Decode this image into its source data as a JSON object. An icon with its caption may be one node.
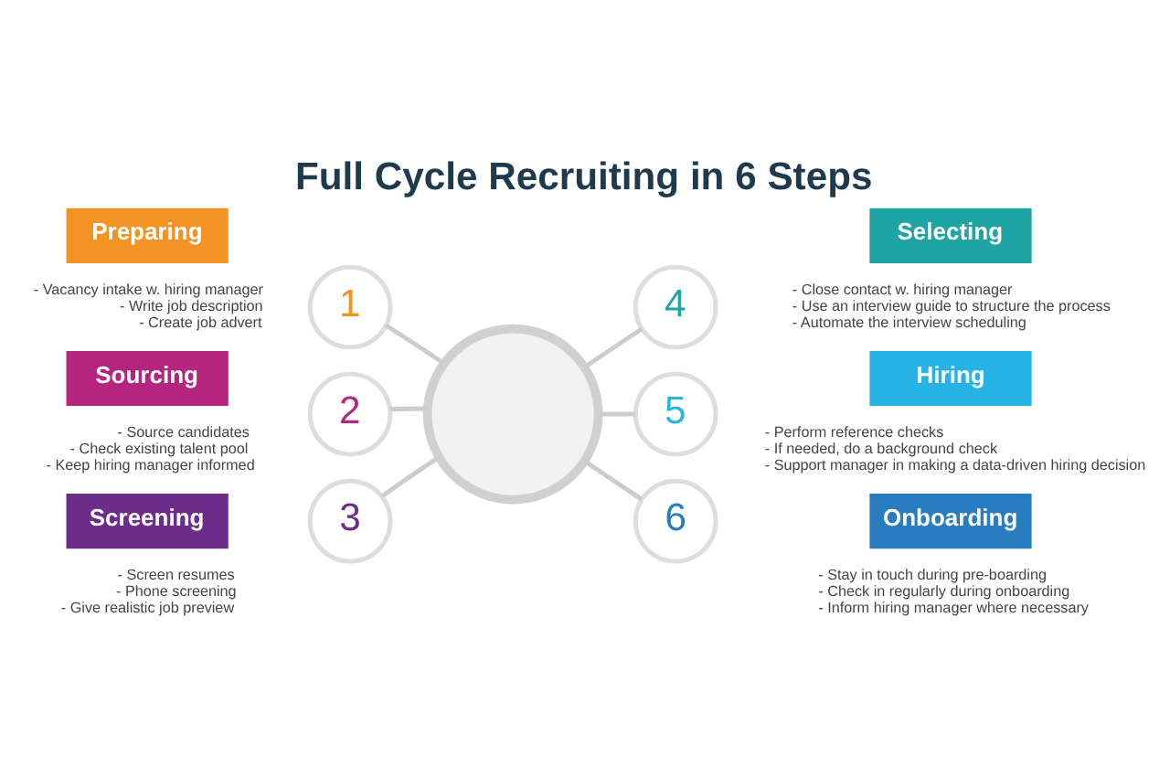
{
  "diagram": {
    "title": "Full Cycle Recruiting in 6 Steps",
    "nodes": [
      {
        "text": [],
        "shape": "circle"
      },
      {
        "text": [
          "Preparing"
        ]
      },
      {
        "text": [
          "1"
        ],
        "beside": [
          "- Vacancy intake w. hiring manager",
          "- Write job description",
          "- Create job advert"
        ]
      },
      {
        "text": [
          "Sourcing"
        ]
      },
      {
        "text": [
          "2"
        ],
        "beside": [
          "- Source candidates",
          "- Check existing talent pool",
          "- Keep hiring manager informed"
        ]
      },
      {
        "text": [
          "Screening"
        ]
      },
      {
        "text": [
          "3"
        ],
        "beside": [
          "- Screen resumes",
          "- Phone screening",
          "- Give realistic job preview"
        ]
      },
      {
        "text": [
          "Selecting"
        ]
      },
      {
        "text": [
          "4"
        ],
        "beside": [
          "- Close contact w. hiring manager",
          "- Use an interview guide to structure the process",
          "- Automate the interview scheduling"
        ]
      },
      {
        "text": [
          "Hiring"
        ]
      },
      {
        "text": [
          "5"
        ],
        "beside": [
          "- Perform reference checks",
          "- If needed, do a background check",
          "- Support manager in making a data-driven hiring decision"
        ]
      },
      {
        "text": [
          "Onboarding"
        ]
      },
      {
        "text": [
          "6"
        ],
        "beside": [
          "- Stay in touch during pre-boarding",
          "- Check in regularly during onboarding",
          "- Inform hiring manager where necessary"
        ]
      }
    ],
    "edges": [
      {
        "from": 0,
        "to": 2,
        "arrow": "none"
      },
      {
        "from": 0,
        "to": 4,
        "arrow": "none"
      },
      {
        "from": 0,
        "to": 6,
        "arrow": "none"
      },
      {
        "from": 0,
        "to": 8,
        "arrow": "none"
      },
      {
        "from": 0,
        "to": 10,
        "arrow": "none"
      },
      {
        "from": 0,
        "to": 12,
        "arrow": "none"
      }
    ]
  }
}
